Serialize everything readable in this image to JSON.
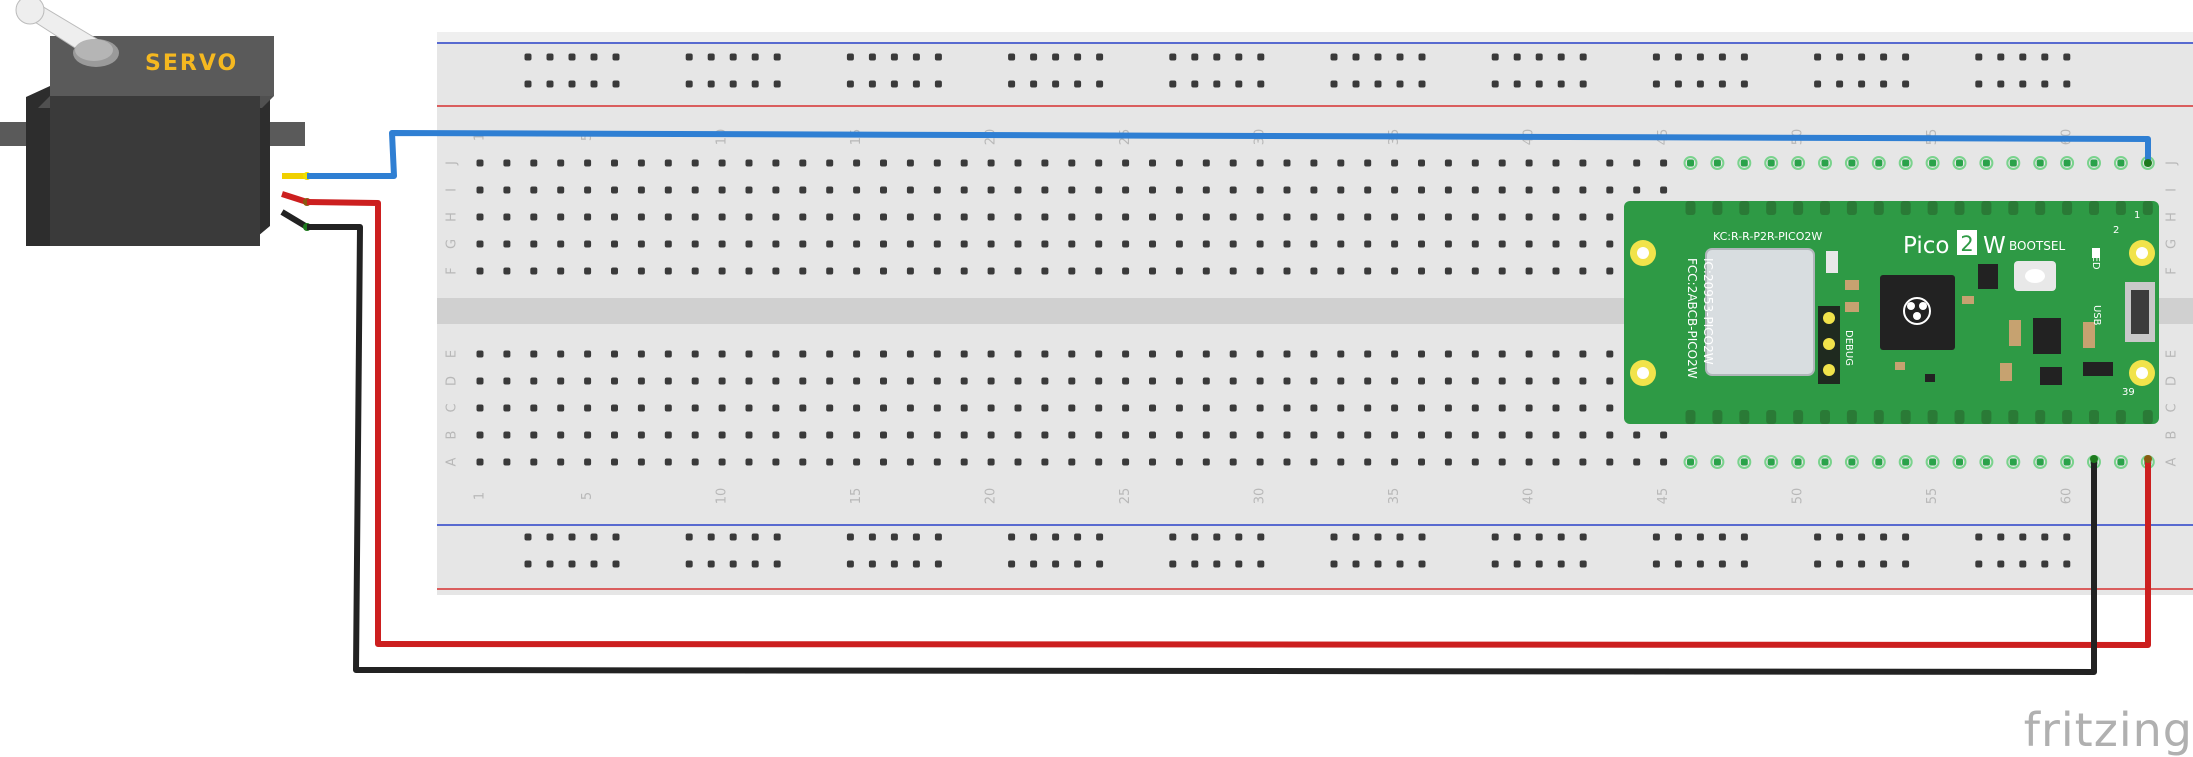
{
  "servo": {
    "label": "SERVO"
  },
  "breadboard": {
    "row_letters": [
      "J",
      "I",
      "H",
      "G",
      "F",
      "E",
      "D",
      "C",
      "B",
      "A"
    ],
    "column_numbers": [
      "1",
      "5",
      "10",
      "15",
      "20",
      "25",
      "30",
      "35",
      "40",
      "45",
      "50",
      "55",
      "60"
    ]
  },
  "pico": {
    "name": "Pico",
    "model_box": "2",
    "model_suffix": "W",
    "fcc_line1": "KC:R-R-P2R-PICO2W",
    "fcc_line2": "FCC:2ABCB-PICO2W",
    "ic_line": "IC:20953-PICO2W",
    "bootsel": "BOOTSEL",
    "led": "LED",
    "usb": "USB",
    "debug": "DEBUG",
    "pin_1": "1",
    "pin_2": "2",
    "pin_39": "39"
  },
  "wires": [
    {
      "name": "blue-signal-wire",
      "color": "#2f7fd3"
    },
    {
      "name": "red-power-wire",
      "color": "#cc1f1f"
    },
    {
      "name": "black-ground-wire",
      "color": "#222222"
    }
  ],
  "colors": {
    "board_green": "#2e9a45",
    "breadboard": "#e6e6e6",
    "rail_red": "#d63030",
    "rail_blue": "#2840c8",
    "servo_body": "#3a3a3a",
    "servo_label": "#f5b820"
  },
  "brand": {
    "logo": "fritzing"
  }
}
